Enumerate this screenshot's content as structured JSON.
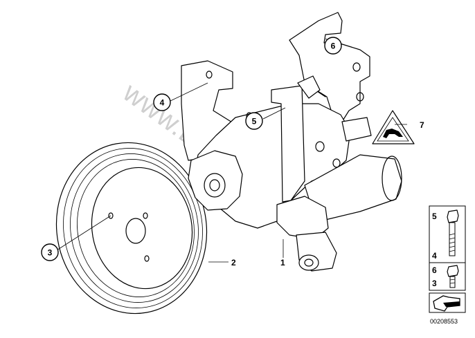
{
  "watermark": "www.BMWstore.pl",
  "diagram_id": "00208553",
  "callouts": [
    {
      "id": "c1",
      "label": "1"
    },
    {
      "id": "c2",
      "label": "2"
    },
    {
      "id": "c3",
      "label": "3"
    },
    {
      "id": "c4",
      "label": "4"
    },
    {
      "id": "c5",
      "label": "5"
    },
    {
      "id": "c6",
      "label": "6"
    },
    {
      "id": "c7",
      "label": "7"
    }
  ],
  "legend": [
    {
      "label": "5"
    },
    {
      "label": "4"
    },
    {
      "label": "6"
    },
    {
      "label": "3"
    }
  ]
}
